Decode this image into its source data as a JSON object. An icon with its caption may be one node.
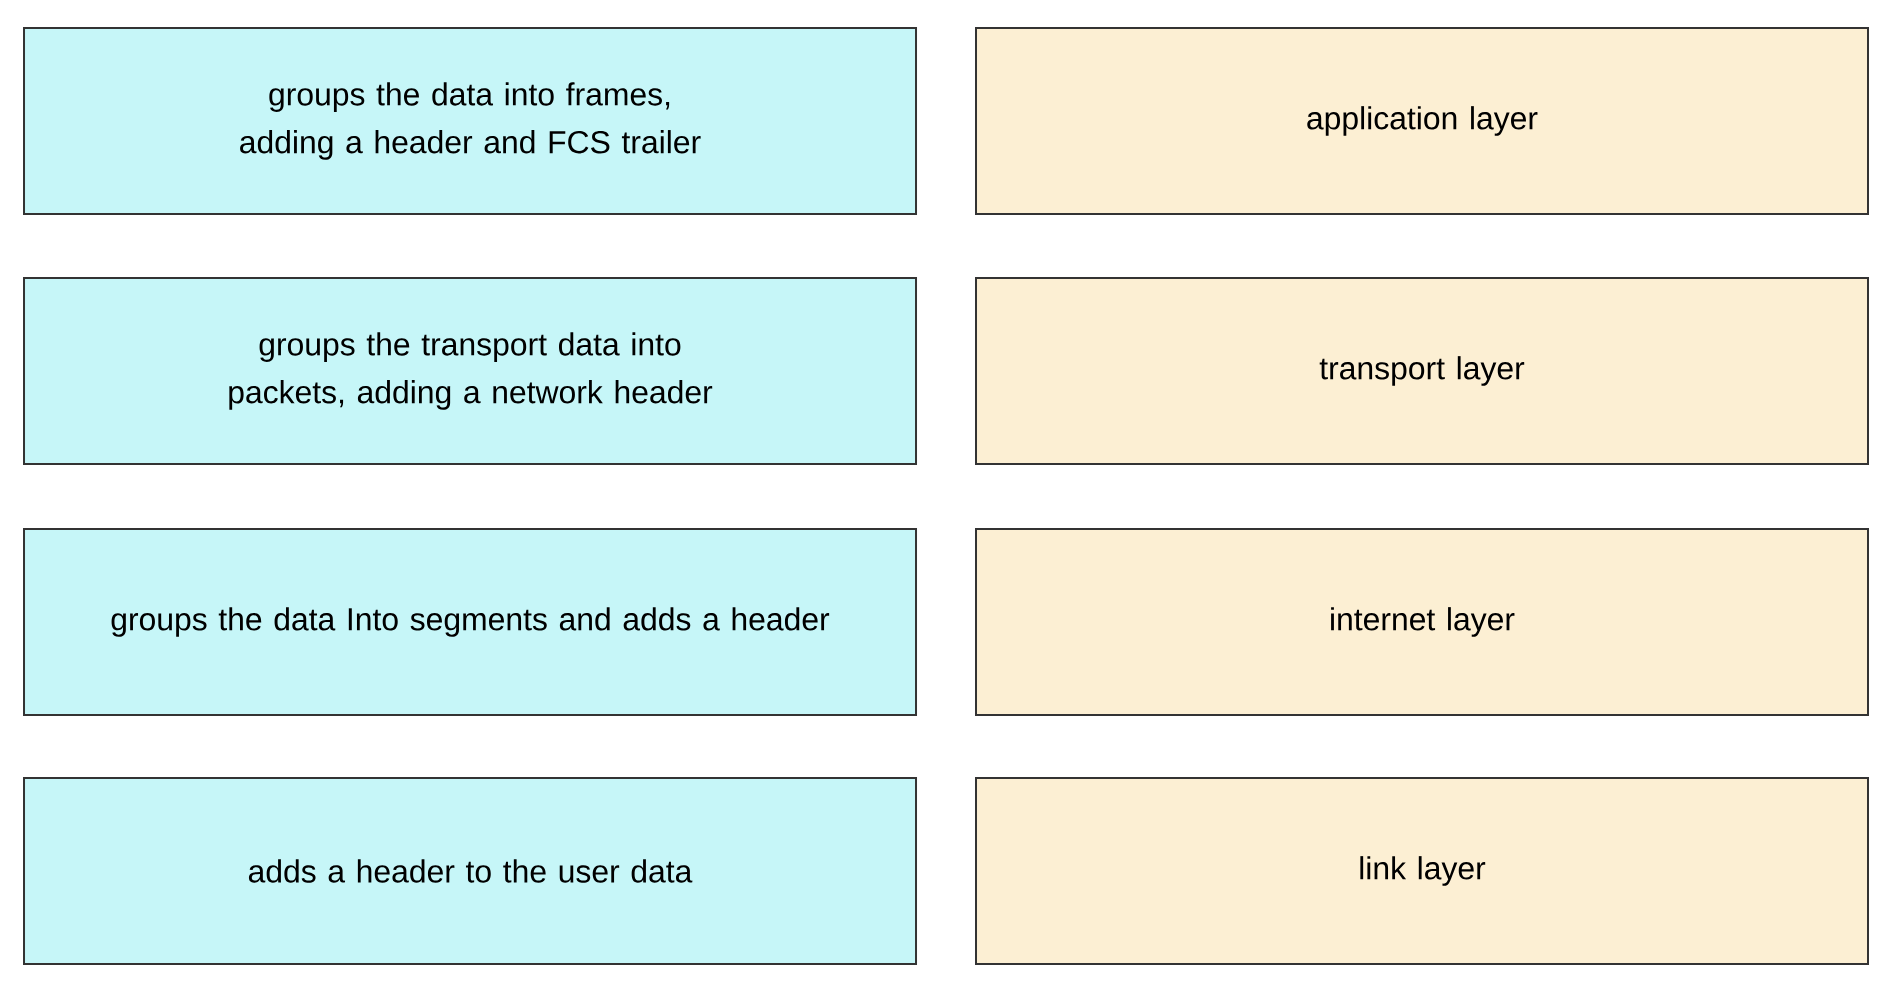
{
  "diagram": {
    "nodes": [
      {
        "text": [
          "groups the data into frames, adding a header and FCS trailer"
        ]
      },
      {
        "text": [
          "groups the transport data into packets, adding a network header"
        ]
      },
      {
        "text": [
          "groups the data Into segments and adds a header"
        ]
      },
      {
        "text": [
          "adds a header to the user data"
        ]
      },
      {
        "text": [
          "application layer"
        ]
      },
      {
        "text": [
          "transport layer"
        ]
      },
      {
        "text": [
          "internet layer"
        ]
      },
      {
        "text": [
          "link layer"
        ]
      }
    ],
    "edges": []
  }
}
